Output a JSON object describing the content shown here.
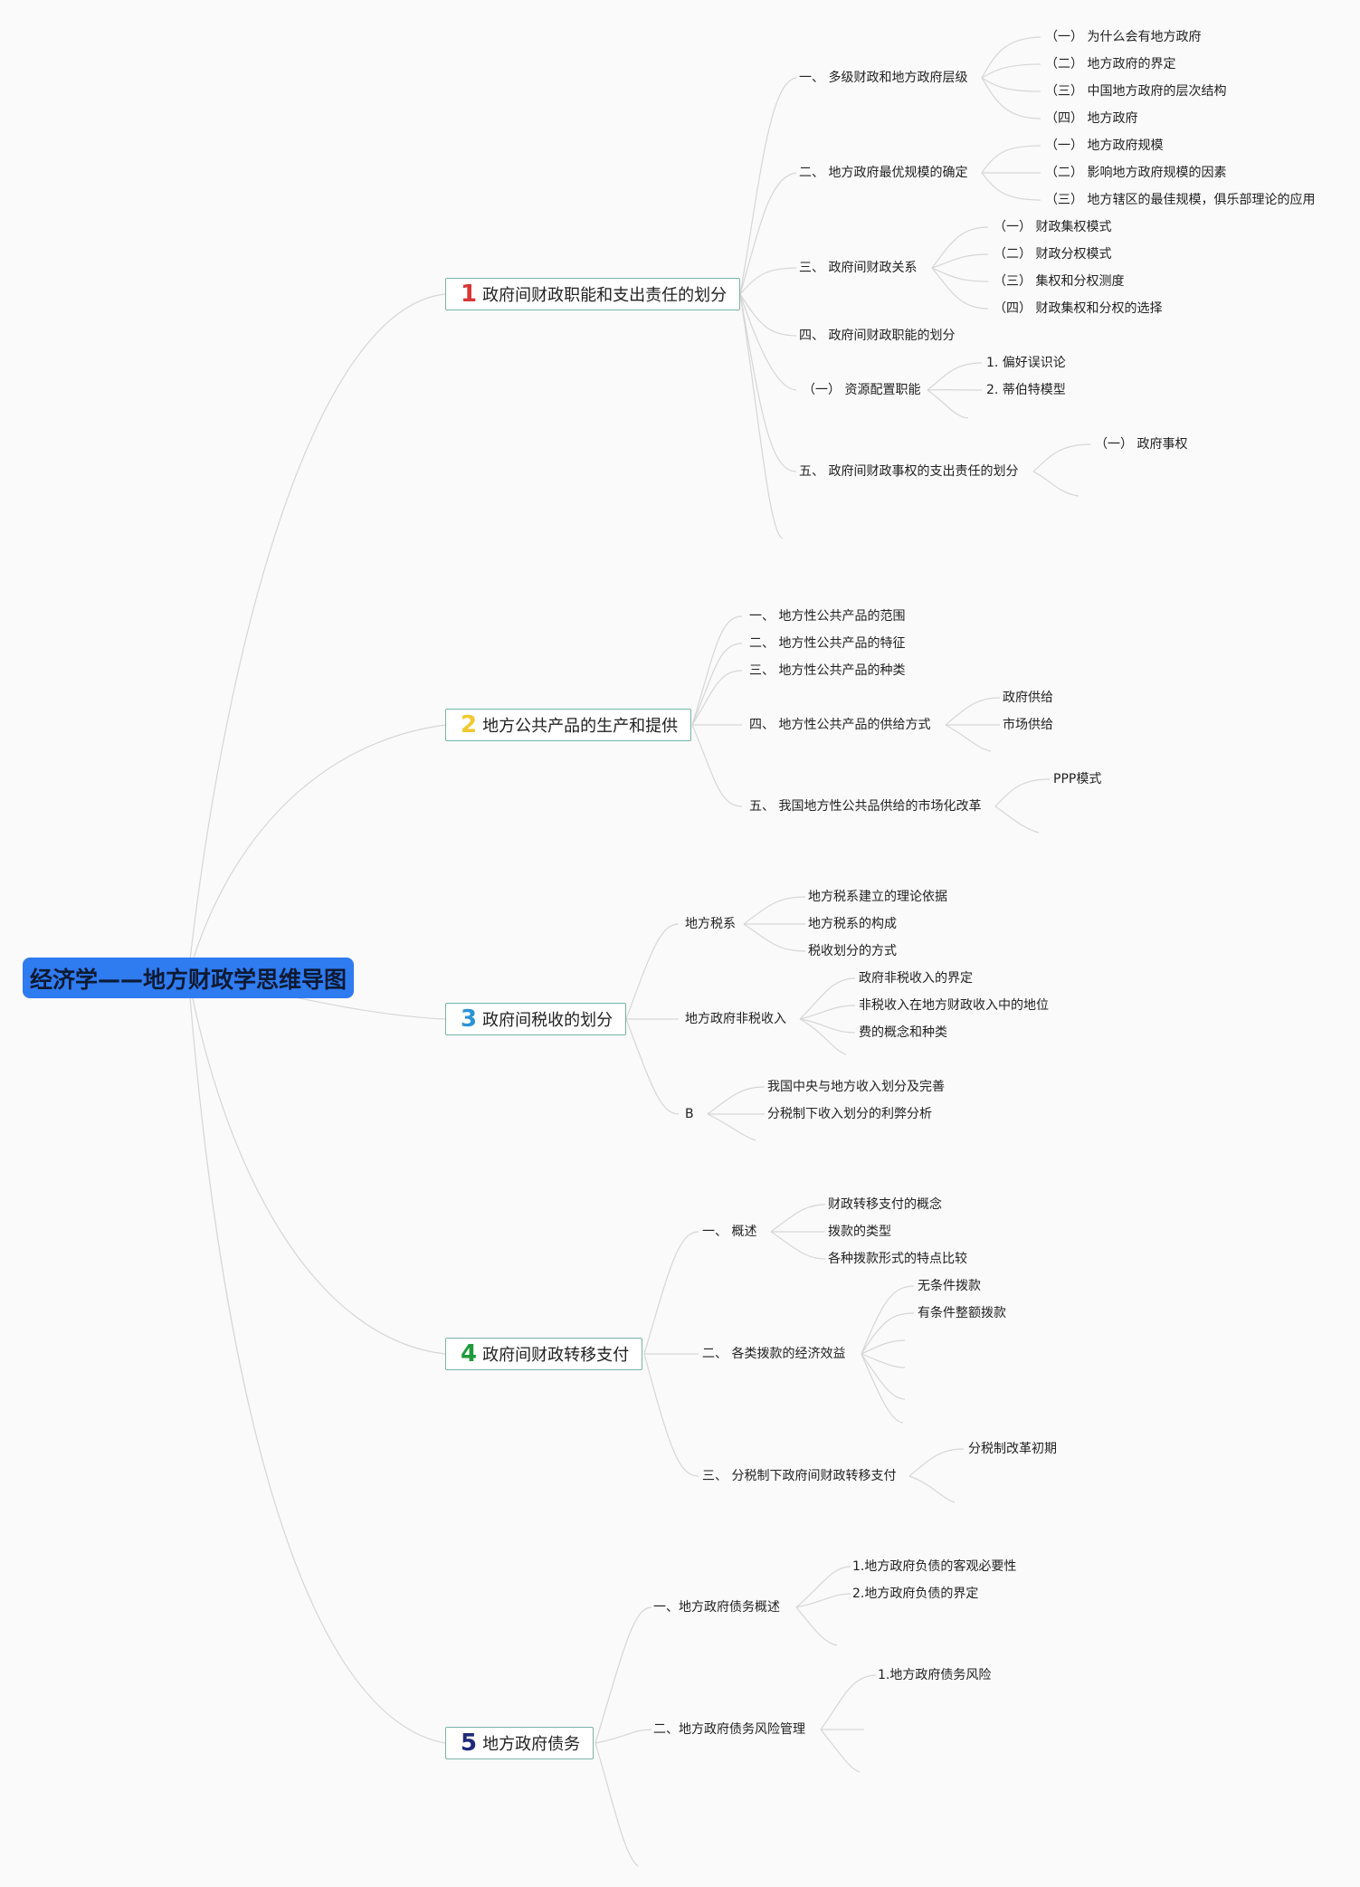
{
  "root": {
    "label": "经济学——地方财政学思维导图",
    "color": "#2f7bf0"
  },
  "branches": [
    {
      "num": "1",
      "label": "政府间财政职能和支出责任的划分",
      "num_color": "#d93636"
    },
    {
      "num": "2",
      "label": "地方公共产品的生产和提供",
      "num_color": "#f0c830"
    },
    {
      "num": "3",
      "label": "政府间税收的划分",
      "num_color": "#2b93d6"
    },
    {
      "num": "4",
      "label": "政府间财政转移支付",
      "num_color": "#1f9a3a"
    },
    {
      "num": "5",
      "label": "地方政府债务",
      "num_color": "#1e2a7a"
    }
  ],
  "b1": {
    "n1": "一、 多级财政和地方政府层级",
    "n1_children": [
      "（一） 为什么会有地方政府",
      "（二） 地方政府的界定",
      "（三） 中国地方政府的层次结构",
      "（四） 地方政府"
    ],
    "n2": "二、 地方政府最优规模的确定",
    "n2_children": [
      "（一） 地方政府规模",
      "（二） 影响地方政府规模的因素",
      "（三） 地方辖区的最佳规模，俱乐部理论的应用"
    ],
    "n3": "三、 政府间财政关系",
    "n3_children": [
      "（一） 财政集权模式",
      "（二） 财政分权模式",
      "（三） 集权和分权测度",
      "（四） 财政集权和分权的选择"
    ],
    "n4": "四、 政府间财政职能的划分",
    "n5": "（一） 资源配置职能",
    "n5_children": [
      "1. 偏好误识论",
      "2. 蒂伯特模型"
    ],
    "n6": "五、 政府间财政事权的支出责任的划分",
    "n6_children": [
      "（一） 政府事权"
    ]
  },
  "b2": {
    "n1": "一、 地方性公共产品的范围",
    "n2": "二、 地方性公共产品的特征",
    "n3": "三、 地方性公共产品的种类",
    "n4": "四、 地方性公共产品的供给方式",
    "n4_children": [
      "政府供给",
      "市场供给"
    ],
    "n5": "五、 我国地方性公共品供给的市场化改革",
    "n5_children": [
      "PPP模式"
    ]
  },
  "b3": {
    "n1": "地方税系",
    "n1_children": [
      "地方税系建立的理论依据",
      "地方税系的构成",
      "税收划分的方式"
    ],
    "n2": "地方政府非税收入",
    "n2_children": [
      "政府非税收入的界定",
      "非税收入在地方财政收入中的地位",
      "费的概念和种类"
    ],
    "n3": "B",
    "n3_children": [
      "我国中央与地方收入划分及完善",
      "分税制下收入划分的利弊分析"
    ]
  },
  "b4": {
    "n1": "一、 概述",
    "n1_children": [
      "财政转移支付的概念",
      "拨款的类型",
      "各种拨款形式的特点比较"
    ],
    "n2": "二、 各类拨款的经济效益",
    "n2_children": [
      "无条件拨款",
      "有条件整额拨款"
    ],
    "n3": "三、 分税制下政府间财政转移支付",
    "n3_children": [
      "分税制改革初期"
    ]
  },
  "b5": {
    "n1": "一、地方政府债务概述",
    "n1_children": [
      "1.地方政府负债的客观必要性",
      "2.地方政府负债的界定"
    ],
    "n2": "二、地方政府债务风险管理",
    "n2_children": [
      "1.地方政府债务风险"
    ]
  }
}
